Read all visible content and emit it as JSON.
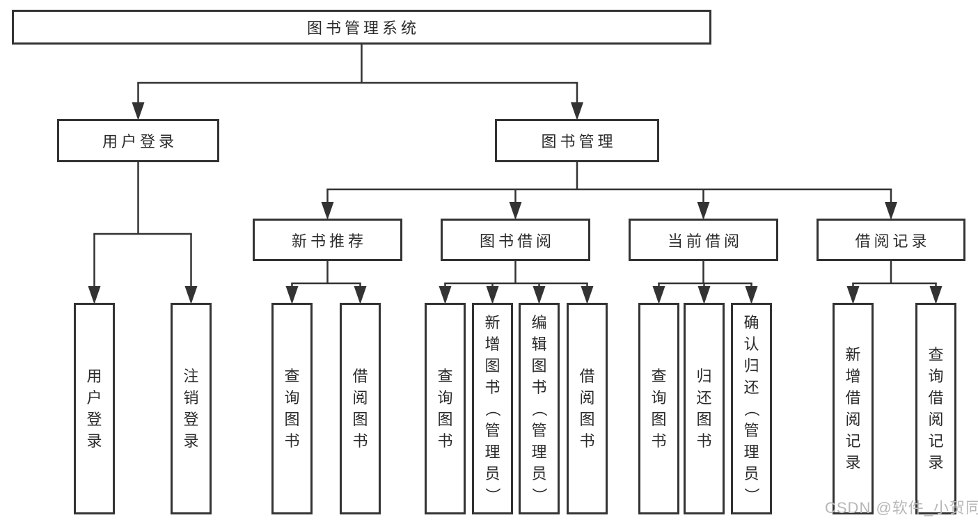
{
  "tree": {
    "label": "图书管理系统",
    "children": [
      {
        "label": "用户登录",
        "children": [
          {
            "label": "用户登录"
          },
          {
            "label": "注销登录"
          }
        ]
      },
      {
        "label": "图书管理",
        "children": [
          {
            "label": "新书推荐",
            "children": [
              {
                "label": "查询图书"
              },
              {
                "label": "借阅图书"
              }
            ]
          },
          {
            "label": "图书借阅",
            "children": [
              {
                "label": "查询图书"
              },
              {
                "label": "新增图书（管理员）"
              },
              {
                "label": "编辑图书（管理员）"
              },
              {
                "label": "借阅图书"
              }
            ]
          },
          {
            "label": "当前借阅",
            "children": [
              {
                "label": "查询图书"
              },
              {
                "label": "归还图书"
              },
              {
                "label": "确认归还（管理员）"
              }
            ]
          },
          {
            "label": "借阅记录",
            "children": [
              {
                "label": "新增借阅记录"
              },
              {
                "label": "查询借阅记录"
              }
            ]
          }
        ]
      }
    ]
  },
  "watermark": "CSDN @软件_小贺同学",
  "colors": {
    "line": "#333333",
    "box_border": "#333333",
    "text": "#2b2b2b",
    "watermark": "#b7b7b7",
    "background": "#ffffff"
  }
}
